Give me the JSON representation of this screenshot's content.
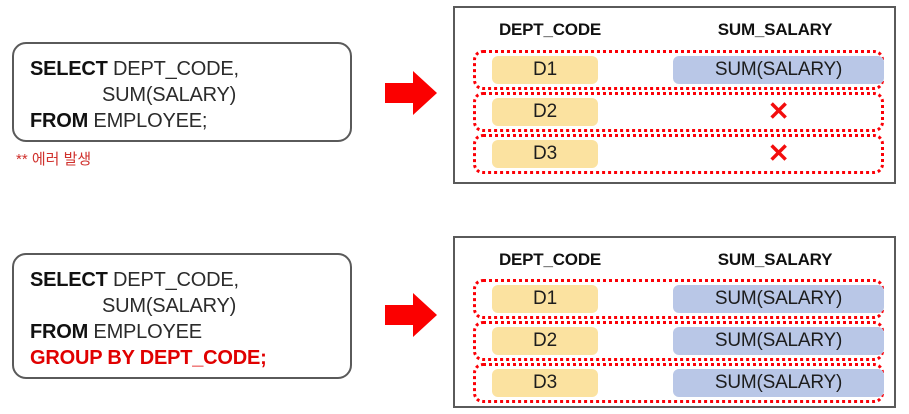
{
  "diagram": {
    "title_colors": {
      "arrow_red": "#fb0000",
      "dotted_red": "#fb0007",
      "cell_yellow": "#fbe2a0",
      "cell_blue": "#b9c7e7",
      "keyword_red": "#e00000",
      "error_text_red": "#d0312d",
      "border_gray": "#5a5a5a"
    },
    "panels": [
      {
        "id": "top",
        "sql": {
          "lines": [
            {
              "keyword": "SELECT",
              "keyword_style": "black-bold",
              "rest": " DEPT_CODE,"
            },
            {
              "keyword": "",
              "keyword_style": "none",
              "rest": "SUM(SALARY)",
              "indented": true
            },
            {
              "keyword": "FROM",
              "keyword_style": "black-bold",
              "rest": " EMPLOYEE;"
            }
          ]
        },
        "error_note": "** 에러 발생",
        "arrow_icon": "right-block-arrow-icon",
        "table": {
          "columns": [
            "DEPT_CODE",
            "SUM_SALARY"
          ],
          "rows": [
            {
              "dept": "D1",
              "sum": "SUM(SALARY)",
              "sum_kind": "value"
            },
            {
              "dept": "D2",
              "sum": "✕",
              "sum_kind": "error"
            },
            {
              "dept": "D3",
              "sum": "✕",
              "sum_kind": "error"
            }
          ]
        }
      },
      {
        "id": "bottom",
        "sql": {
          "lines": [
            {
              "keyword": "SELECT",
              "keyword_style": "black-bold",
              "rest": " DEPT_CODE,"
            },
            {
              "keyword": "",
              "keyword_style": "none",
              "rest": "SUM(SALARY)",
              "indented": true
            },
            {
              "keyword": "FROM",
              "keyword_style": "black-bold",
              "rest": " EMPLOYEE"
            },
            {
              "keyword": "GROUP BY DEPT_CODE",
              "keyword_style": "red-bold",
              "rest": ";"
            }
          ]
        },
        "error_note": "",
        "arrow_icon": "right-block-arrow-icon",
        "table": {
          "columns": [
            "DEPT_CODE",
            "SUM_SALARY"
          ],
          "rows": [
            {
              "dept": "D1",
              "sum": "SUM(SALARY)",
              "sum_kind": "value"
            },
            {
              "dept": "D2",
              "sum": "SUM(SALARY)",
              "sum_kind": "value"
            },
            {
              "dept": "D3",
              "sum": "SUM(SALARY)",
              "sum_kind": "value"
            }
          ]
        }
      }
    ]
  }
}
